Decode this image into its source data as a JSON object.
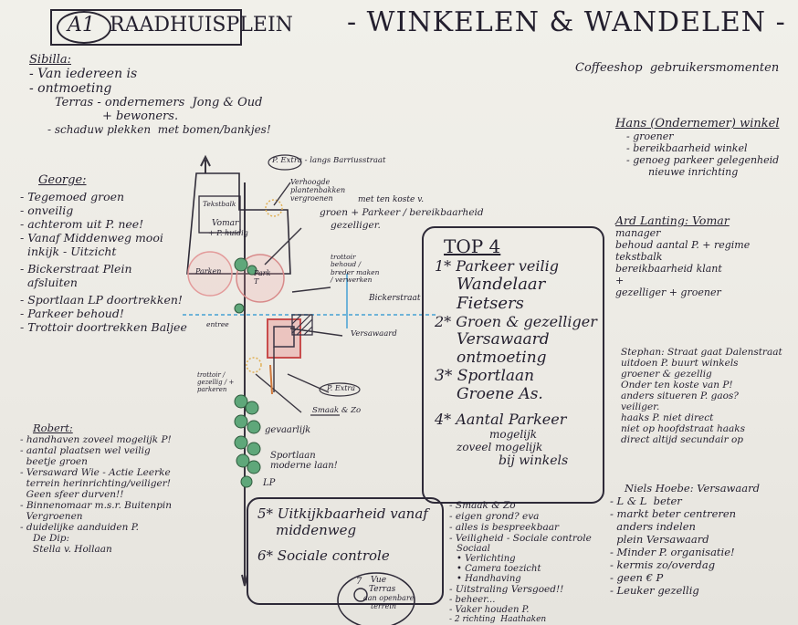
{
  "header": {
    "badge": "A1",
    "location": "RAADHUISPLEIN",
    "theme": "- WINKELEN & WANDELEN -"
  },
  "top_left_notes": {
    "heading": "Sibilla:",
    "lines": [
      "- Van iedereen is",
      "- ontmoeting",
      "Terras - ondernemers  Jong & Oud",
      "+ bewoners.",
      "- schaduw plekken  met bomen/bankjes!"
    ]
  },
  "top_right_note": "Coffeeshop  gebruikersmomenten",
  "hans_note": {
    "heading": "Hans (Ondernemer) winkel",
    "lines": [
      "- groener",
      "- bereikbaarheid winkel",
      "- genoeg parkeer gelegenheid",
      "nieuwe inrichting"
    ]
  },
  "george_note": {
    "heading": "George:",
    "lines": [
      "- Tegemoed groen",
      "- onveilig",
      "- achterom uit P. nee!",
      "- Vanaf Middenweg mooi",
      "  inkijk - Uitzicht",
      "- Bickerstraat Plein",
      "  afsluiten",
      "- Sportlaan LP doortrekken!",
      "- Parkeer behoud!",
      "- Trottoir doortrekken Baljee"
    ]
  },
  "ard_note": {
    "heading": "Ard Lanting: Vomar",
    "lines": [
      "manager",
      "behoud aantal P. + regime",
      "tekstbalk",
      "bereikbaarheid klant",
      "+",
      "gezelliger + groener"
    ]
  },
  "stephan_note": {
    "lines": [
      "Stephan: Straat gaat Dalenstraat",
      "uitdoen P. buurt winkels",
      "groener & gezellig",
      "Onder ten koste van P!",
      "anders situeren P. gaos?",
      "veiliger.",
      "haaks P. niet direct",
      "niet op hoofdstraat haaks",
      "direct altijd secundair op"
    ]
  },
  "robert_note": {
    "heading": "Robert:",
    "lines": [
      "- handhaven zoveel mogelijk P!",
      "- aantal plaatsen wel veilig",
      "  beetje groen",
      "- Versaward Wie - Actie Leerke",
      "  terrein herinrichting/veiliger!",
      "  Geen sfeer durven!!",
      "- Binnenomaar m.s.r. Buitenpin",
      "  Vergroenen",
      "- duidelijke aanduiden P.",
      "De Dip:",
      "Stella v. Hollaan"
    ]
  },
  "niels_note": {
    "heading": "Niels Hoebe: Versawaard",
    "lines": [
      "- L & L  beter",
      "- markt beter centreren",
      "  anders indelen",
      "  plein Versawaard",
      "- Minder P. organisatie!",
      "- kermis zo/overdag",
      "- geen € P",
      "- Leuker gezellig"
    ]
  },
  "top4": {
    "title": "TOP 4",
    "items": [
      "1* Parkeer veilig",
      "Wandelaar",
      "Fietsers",
      "2* Groen & gezelliger",
      "Versawaard",
      "ontmoeting",
      "3* Sportlaan",
      "Groene As.",
      "4* Aantal Parkeer",
      "mogelijk",
      "zoveel mogelijk",
      "bij winkels"
    ]
  },
  "bottom_box": {
    "items": [
      "5* Uitkijkbaarheid vanaf",
      "middenweg",
      "6* Sociale controle"
    ],
    "bubble": [
      "7",
      "Vue",
      "Terras",
      "aan openbare",
      "terrein"
    ]
  },
  "bottom_center_list": {
    "lines": [
      "- Smaak & Zo",
      "- eigen grond? eva",
      "- alles is bespreekbaar",
      "- Veiligheid - Sociale controle",
      "Sociaal",
      "• Verlichting",
      "• Camera toezicht",
      "• Handhaving",
      "- Uitstraling Versgoed!!",
      "- beheer...",
      "- Vaker houden P.",
      "- 2 richting  Haathaken"
    ]
  },
  "map_labels": {
    "street_top": "P. Extra - langs Barriusstraat",
    "raised_planter": "Verhoogde plantenbakken vergroenen",
    "parking_sign": "met ten koste v.",
    "green_parking": "groen + Parkeer / bereikbaarheid",
    "gezelliger": "gezelliger.",
    "trottoir": "trottoir behoud / breder maken / verwerken",
    "bickerstraat": "Bickerstraat",
    "versawaard": "Versawaard",
    "p_extra": "P. Extra",
    "smaak": "Smaak & Zo",
    "gevaarlijk": "gevaarlijk",
    "sportlaan": "Sportlaan moderne laan!",
    "lp": "LP",
    "vomar": "Vomar",
    "p_huidig": "+ P. huidig",
    "tekstbalk": "Tekstbalk",
    "parken": "Parken",
    "park_t": "Park T",
    "entree": "entree",
    "trottoir_lower": "trottoir / gezellig / + parkeren"
  }
}
